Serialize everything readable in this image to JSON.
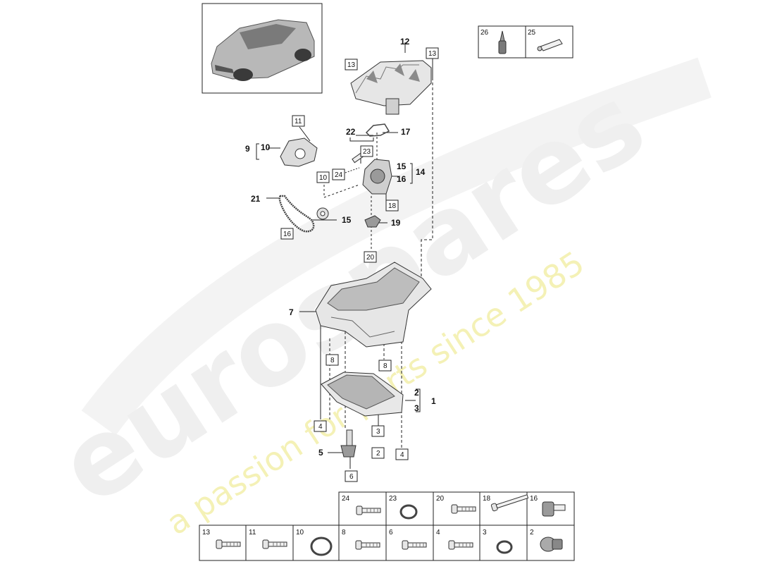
{
  "watermark": {
    "brand": "eurospares",
    "tagline": "a passion for parts since 1985"
  },
  "thumbnail": {
    "icon": "car-suv-thumbnail"
  },
  "callouts": {
    "c1": "1",
    "c2": "2",
    "c3": "3",
    "c5": "5",
    "c7": "7",
    "c9": "9",
    "c10": "10",
    "c12": "12",
    "c14": "14",
    "c15": "15",
    "c15b": "15",
    "c16": "16",
    "c17": "17",
    "c19": "19",
    "c21": "21",
    "c22": "22"
  },
  "boxed": {
    "b13a": "13",
    "b13b": "13",
    "b11": "11",
    "b23": "23",
    "b24": "24",
    "b10": "10",
    "b18": "18",
    "b16": "16",
    "b20": "20",
    "b8a": "8",
    "b8b": "8",
    "b4a": "4",
    "b3": "3",
    "b2": "2",
    "b4b": "4",
    "b6": "6"
  },
  "top_legend": [
    {
      "num": "26",
      "icon": "sealant-bottle-icon"
    },
    {
      "num": "25",
      "icon": "grease-tube-icon"
    }
  ],
  "legend_row1": [
    {
      "num": "24",
      "icon": "bolt-icon"
    },
    {
      "num": "23",
      "icon": "seal-ring-icon"
    },
    {
      "num": "20",
      "icon": "bolt-icon"
    },
    {
      "num": "18",
      "icon": "long-bolt-icon"
    },
    {
      "num": "16",
      "icon": "flange-bolt-icon"
    }
  ],
  "legend_row2": [
    {
      "num": "13",
      "icon": "bolt-icon"
    },
    {
      "num": "11",
      "icon": "bolt-icon"
    },
    {
      "num": "10",
      "icon": "o-ring-icon"
    },
    {
      "num": "8",
      "icon": "bolt-icon"
    },
    {
      "num": "6",
      "icon": "bolt-icon"
    },
    {
      "num": "4",
      "icon": "bolt-icon"
    },
    {
      "num": "3",
      "icon": "seal-ring-icon"
    },
    {
      "num": "2",
      "icon": "drain-plug-icon"
    }
  ],
  "colors": {
    "line": "#222222",
    "part_fill": "#e9e9e9",
    "part_shade": "#9a9a9a",
    "watermark_grey": "#efefef",
    "watermark_yellow": "#f4f1b6"
  }
}
